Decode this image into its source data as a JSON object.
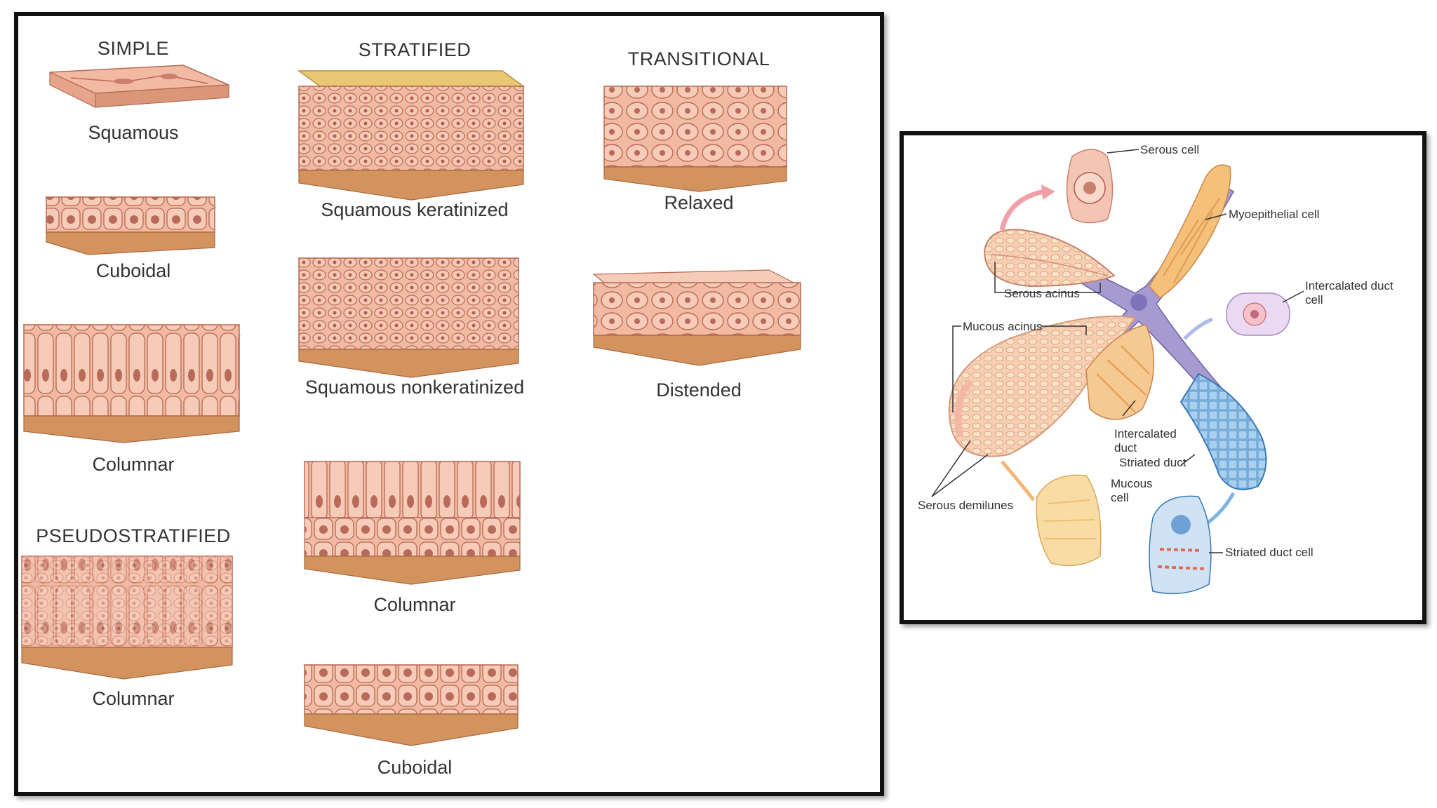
{
  "epithelium_chart": {
    "headings": {
      "simple": "SIMPLE",
      "stratified": "STRATIFIED",
      "transitional": "TRANSITIONAL",
      "pseudostratified": "PSEUDOSTRATIFIED"
    },
    "labels": {
      "simple_squamous": "Squamous",
      "simple_cuboidal": "Cuboidal",
      "simple_columnar": "Columnar",
      "stratified_squamous_keratinized": "Squamous keratinized",
      "stratified_squamous_nonkeratinized": "Squamous nonkeratinized",
      "stratified_columnar": "Columnar",
      "stratified_cuboidal": "Cuboidal",
      "transitional_relaxed": "Relaxed",
      "transitional_distended": "Distended",
      "pseudostratified_columnar": "Columnar"
    }
  },
  "gland_diagram": {
    "labels": {
      "serous_cell": "Serous cell",
      "myoepithelial_cell": "Myoepithelial cell",
      "serous_acinus": "Serous acinus",
      "intercalated_duct_cell_line1": "Intercalated duct",
      "intercalated_duct_cell_line2": "cell",
      "mucous_acinus": "Mucous acinus",
      "intercalated_duct_line1": "Intercalated",
      "intercalated_duct_line2": "duct",
      "striated_duct": "Striated duct",
      "mucous_cell_line1": "Mucous",
      "mucous_cell_line2": "cell",
      "serous_demilunes": "Serous demilunes",
      "striated_duct_cell": "Striated duct cell"
    }
  },
  "colors": {
    "tissue_pink": "#f2b9a3",
    "tissue_dark": "#c9806a",
    "basement": "#c98a5b",
    "keratin": "#e9c873",
    "duct_purple": "#9d92c8",
    "striated_blue": "#7fb3e0",
    "mucous_yellow": "#f7d9a0"
  }
}
